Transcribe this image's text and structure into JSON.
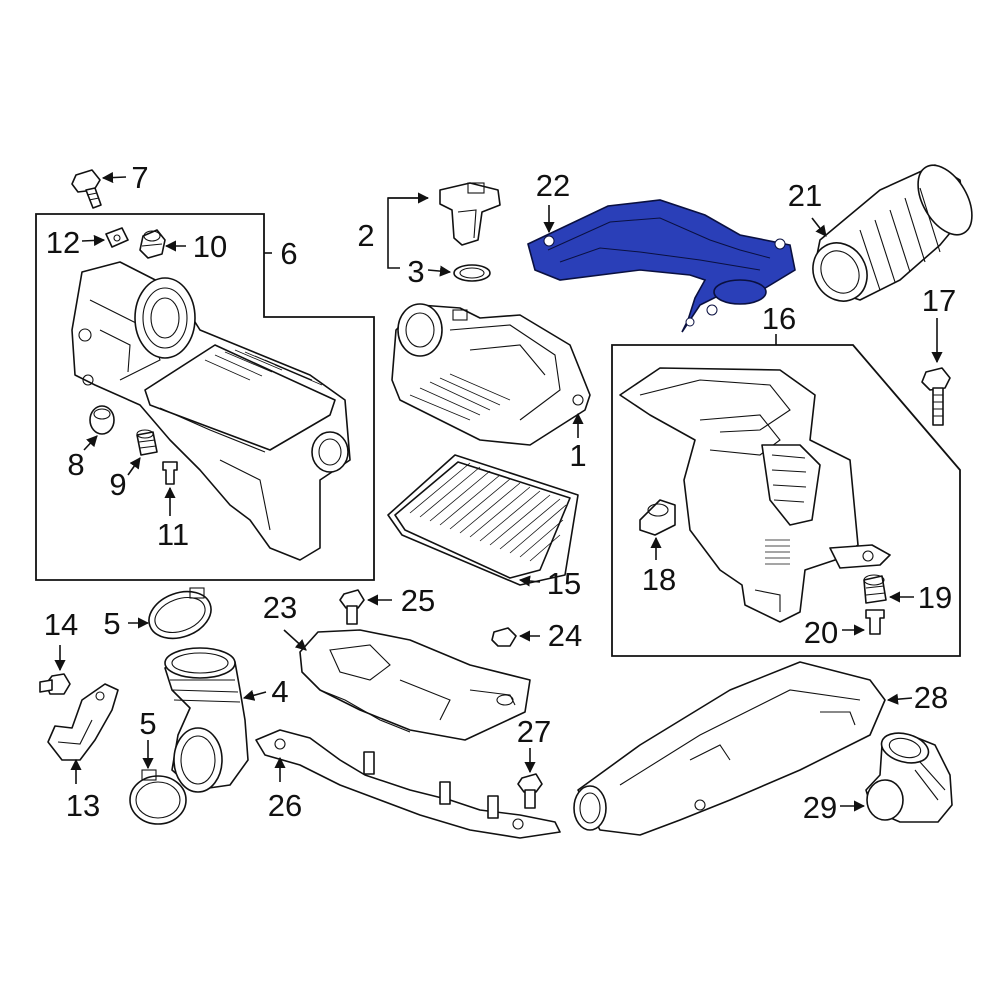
{
  "highlight_color": "#2a3fb8",
  "callouts": {
    "c1": "1",
    "c2": "2",
    "c3": "3",
    "c4": "4",
    "c5a": "5",
    "c5b": "5",
    "c6": "6",
    "c7": "7",
    "c8": "8",
    "c9": "9",
    "c10": "10",
    "c11": "11",
    "c12": "12",
    "c13": "13",
    "c14": "14",
    "c15": "15",
    "c16": "16",
    "c17": "17",
    "c18": "18",
    "c19": "19",
    "c20": "20",
    "c21": "21",
    "c22": "22",
    "c23": "23",
    "c24": "24",
    "c25": "25",
    "c26": "26",
    "c27": "27",
    "c28": "28",
    "c29": "29"
  },
  "highlighted_part": "22"
}
